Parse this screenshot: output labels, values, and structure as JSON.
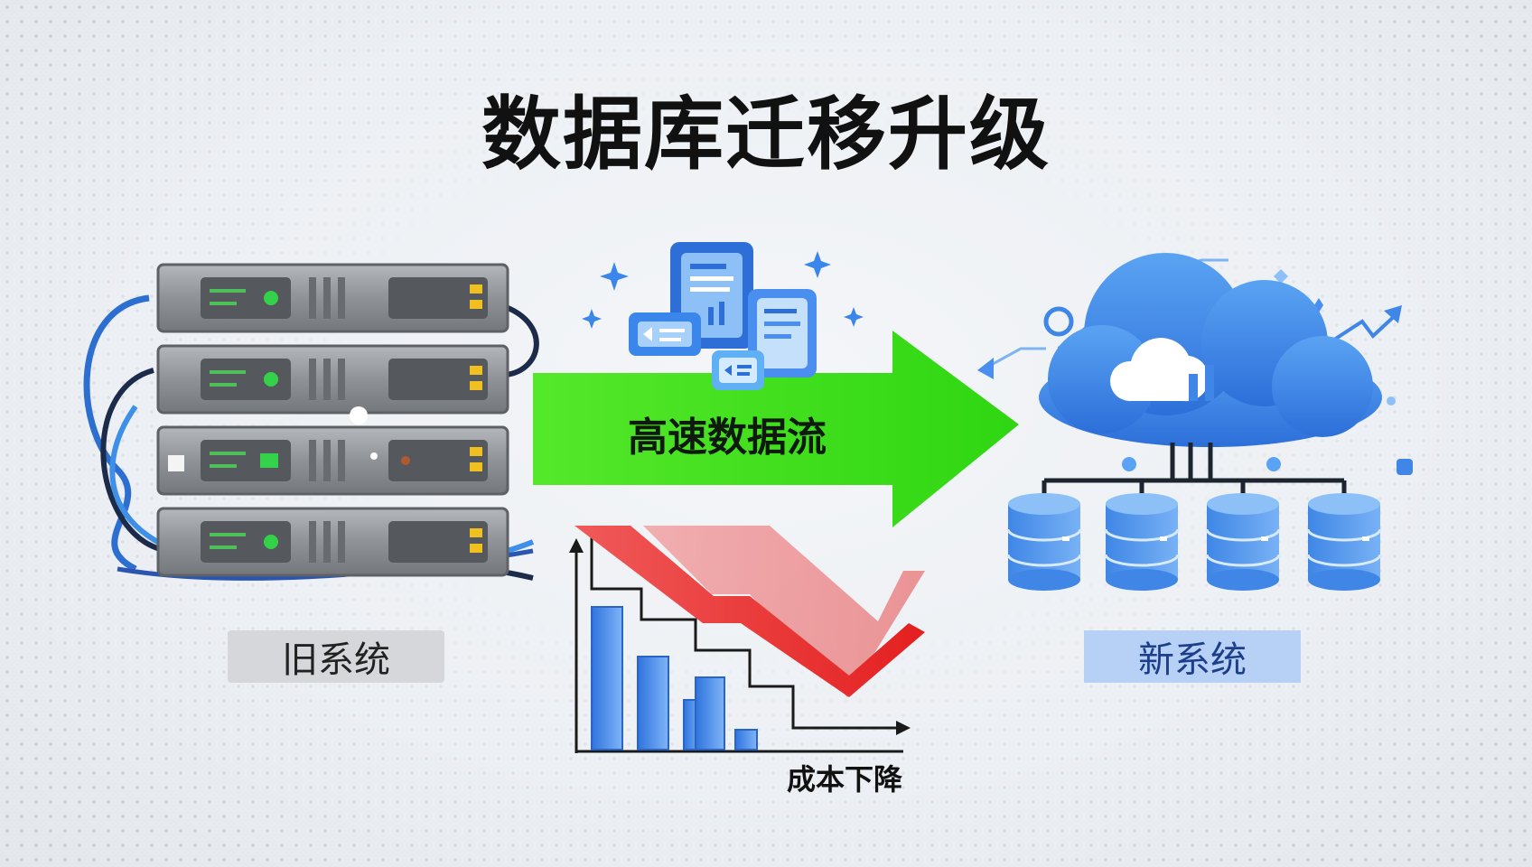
{
  "title": "数据库迁移升级",
  "old_system": {
    "label": "旧系统"
  },
  "new_system": {
    "label": "新系统"
  },
  "flow": {
    "label": "高速数据流"
  },
  "cost": {
    "label": "成本下降"
  },
  "colors": {
    "arrow_green": "#3ee01a",
    "server_gray": "#8e9196",
    "cloud_blue": "#3f86e6",
    "trend_red": "#ee2a2a",
    "accent_yellow": "#f0c020"
  },
  "icons": [
    "server-rack-icon",
    "document-icon",
    "cloud-icon",
    "database-icon",
    "bar-chart-icon",
    "sparkle-icon"
  ]
}
